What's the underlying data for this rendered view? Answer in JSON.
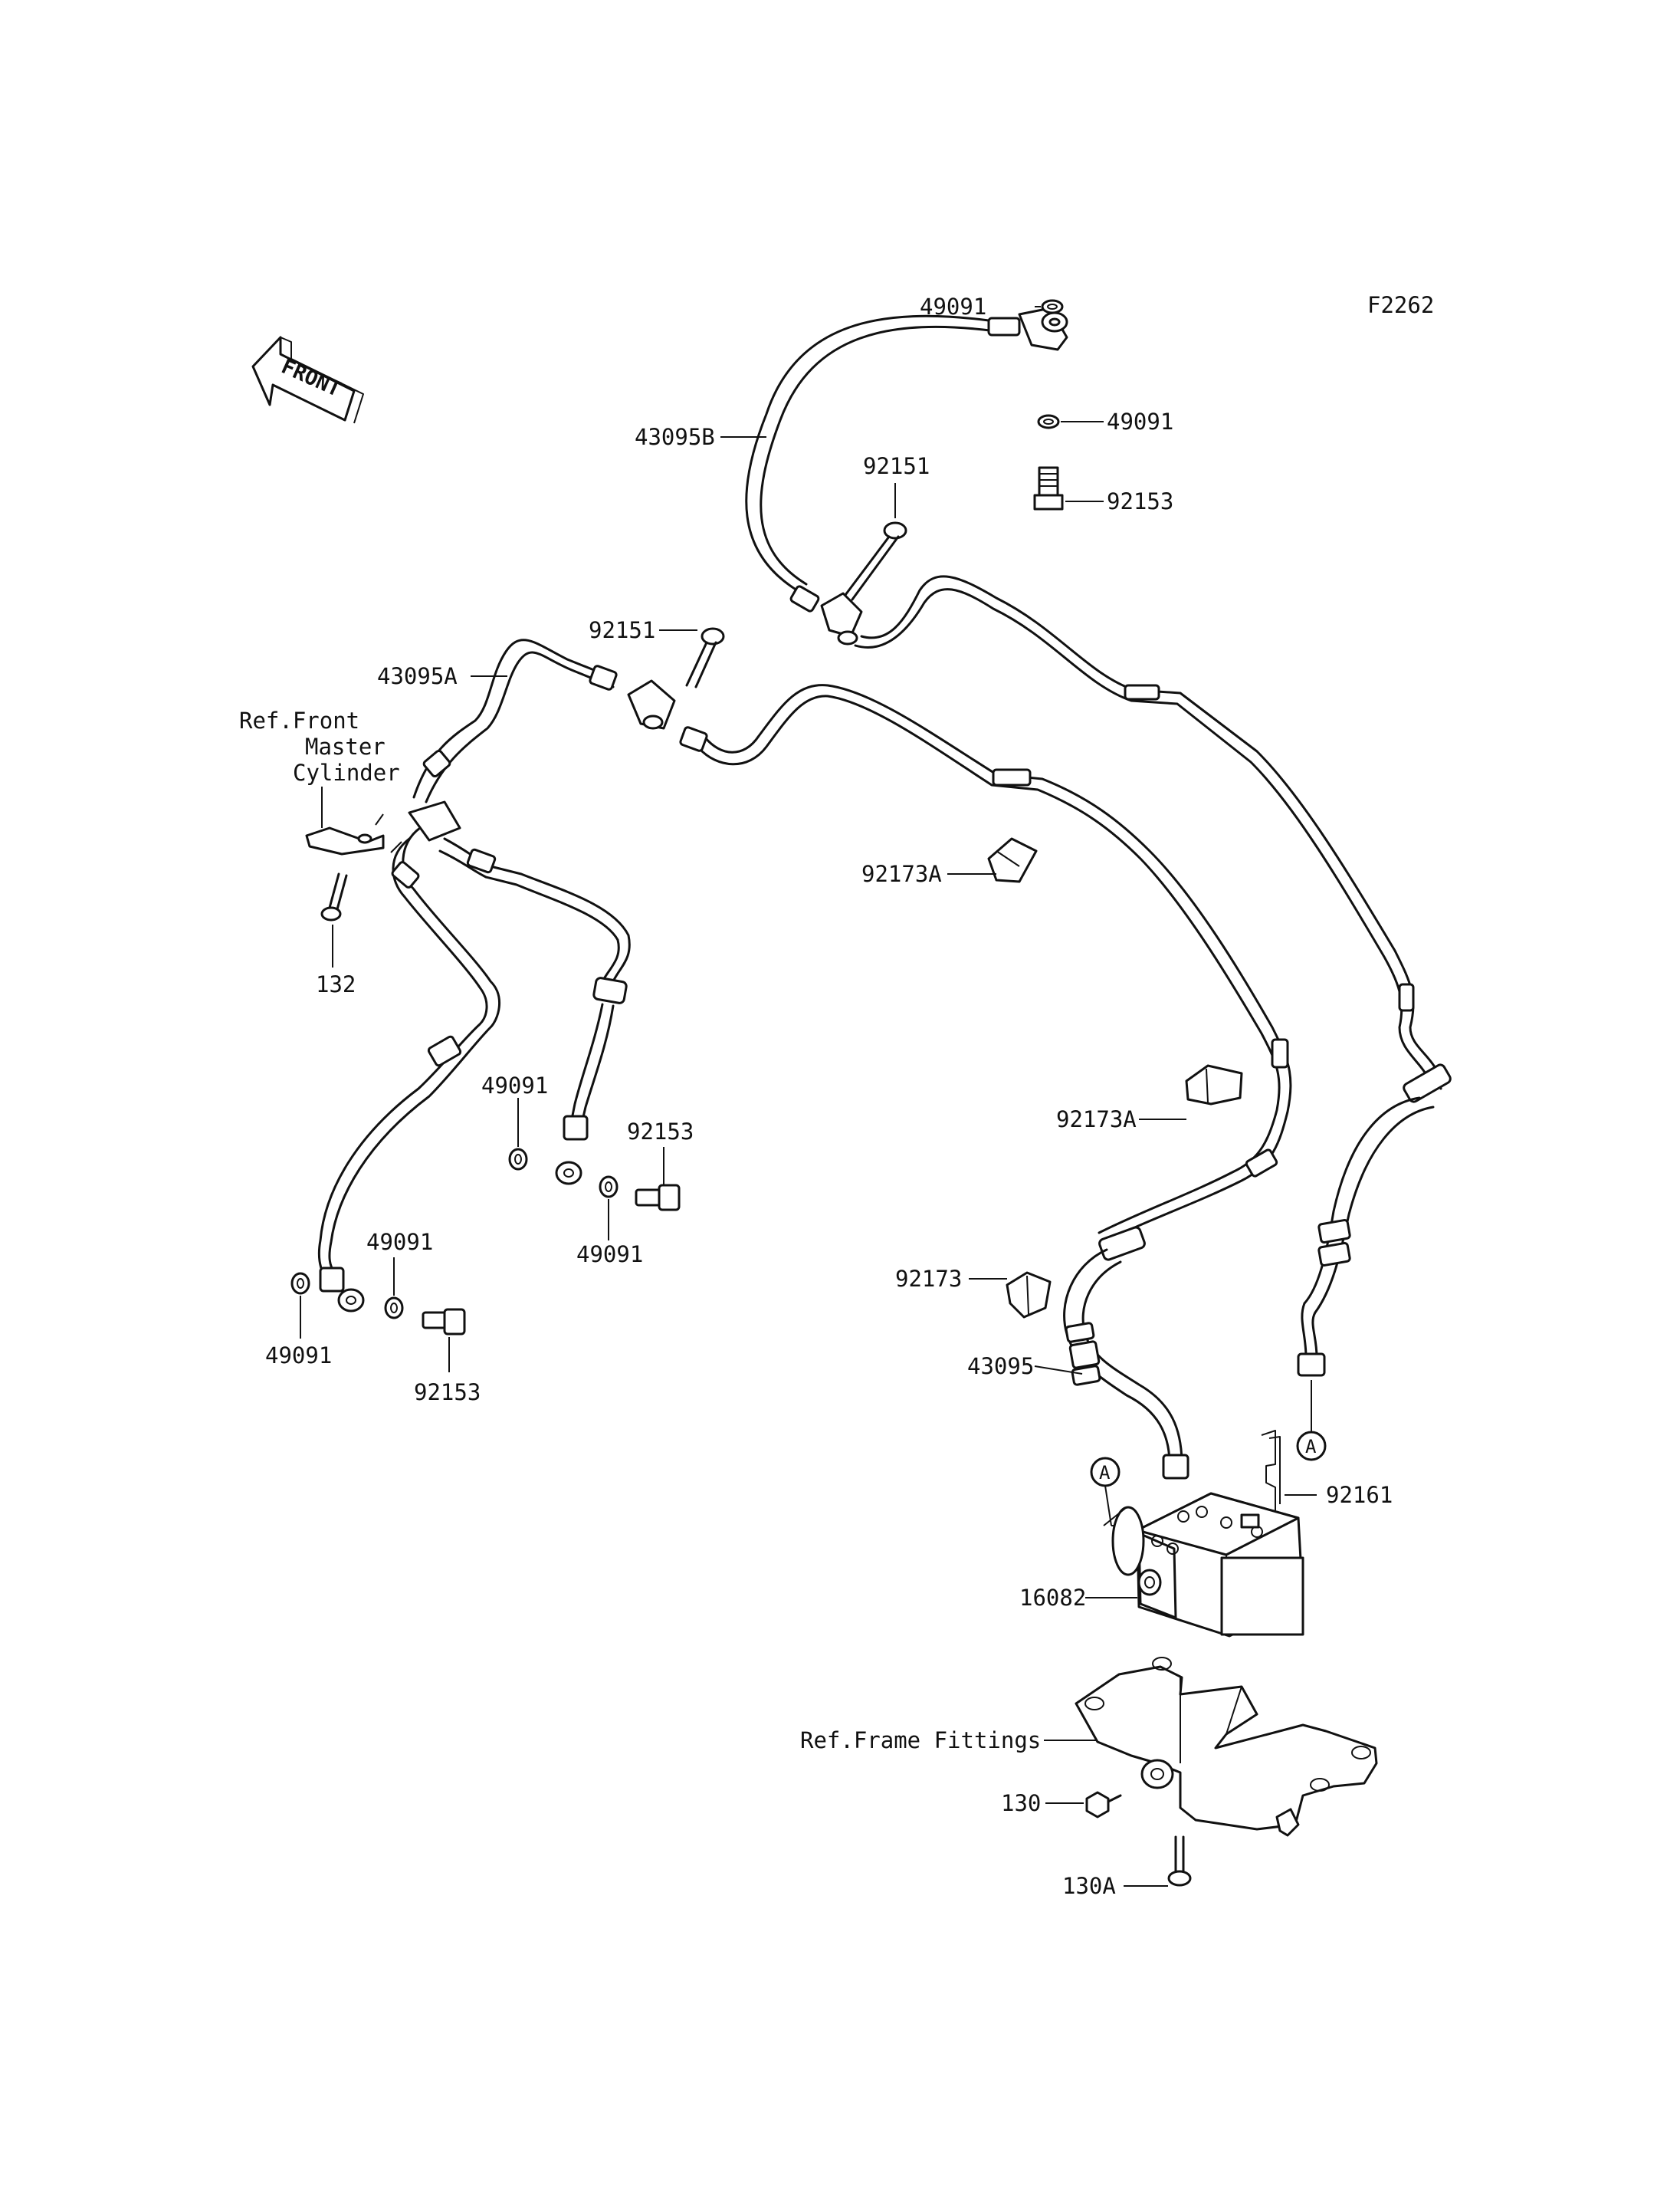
{
  "figure_code": "F2262",
  "front_arrow_label": "FRONT",
  "callout_marker": "A",
  "labels": {
    "washer_49091_top_a": "49091",
    "washer_49091_top_b": "49091",
    "bolt_92153_top": "92153",
    "hose_43095B": "43095B",
    "bolt_92151_upper": "92151",
    "bolt_92151_lower": "92151",
    "hose_43095A": "43095A",
    "ref_front_master_line1": "Ref.Front",
    "ref_front_master_line2": "Master",
    "ref_front_master_line3": "Cylinder",
    "bolt_132": "132",
    "clamp_92173A_upper": "92173A",
    "clamp_92173A_lower": "92173A",
    "washer_49091_mid_a": "49091",
    "bolt_92153_mid": "92153",
    "washer_49091_mid_b": "49091",
    "washer_49091_left_a": "49091",
    "washer_49091_left_b": "49091",
    "bolt_92153_left": "92153",
    "clamp_92173": "92173",
    "hose_43095": "43095",
    "bracket_92161": "92161",
    "abs_unit_16082": "16082",
    "ref_frame_fittings": "Ref.Frame Fittings",
    "bolt_130": "130",
    "bolt_130A": "130A"
  }
}
